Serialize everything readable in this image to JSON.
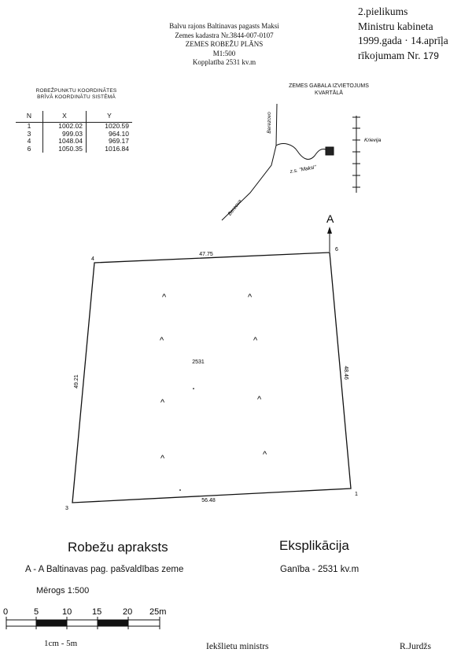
{
  "annex": {
    "line1": "2.pielikums",
    "line2": "Ministru kabineta",
    "line3": "1999.gada · 14.aprīļa",
    "line4_prefix": "rīkojumam Nr.",
    "line4_number": "179"
  },
  "header": {
    "line1": "Balvu rajons Baltinavas pagasts Maksi",
    "line2": "Zemes kadastra Nr.3844-007-0107",
    "line3": "ZEMES ROBEŽU PLĀNS",
    "line4": "M1:500",
    "line5": "Kopplatība 2531 kv.m"
  },
  "coordinates": {
    "title_line1": "ROBEŽPUNKTU KOORDINĀTES",
    "title_line2": "BRĪVĀ KOORDINĀTU SISTĒMĀ",
    "headers": [
      "N",
      "X",
      "Y"
    ],
    "rows": [
      [
        "1",
        "1002.02",
        "1020.59"
      ],
      [
        "3",
        "999.03",
        "964.10"
      ],
      [
        "4",
        "1048.04",
        "969.17"
      ],
      [
        "6",
        "1050.35",
        "1016.84"
      ]
    ]
  },
  "location": {
    "title_line1": "ZEMES GABALA IZVIETOJUMS",
    "title_line2": "KVARTĀLĀ",
    "road_north": "Berezovo",
    "road_south": "Berzova",
    "road_east": "Krievija",
    "place_label": "z.s. \"Maksi\""
  },
  "plot": {
    "corner_4": "4",
    "corner_6": "6",
    "corner_3": "3",
    "corner_1": "1",
    "edge_top": "47.75",
    "edge_right": "48.46",
    "edge_bottom": "56.48",
    "edge_left": "49.21",
    "area_label": "2531",
    "section_marker": "A",
    "meadow_symbol": "^"
  },
  "description": {
    "title": "Robežu apraksts",
    "line": "A - A Baltinavas pag. pašvaldības zeme",
    "scale_text": "Mērogs 1:500",
    "scale_ticks": [
      "0",
      "5",
      "10",
      "15",
      "20",
      "25m"
    ],
    "scale_note": "1cm - 5m"
  },
  "explication": {
    "title": "Eksplikācija",
    "line": "Ganība - 2531 kv.m"
  },
  "signature": {
    "title": "Iekšlietu ministrs",
    "name": "R.Jurdžs"
  }
}
